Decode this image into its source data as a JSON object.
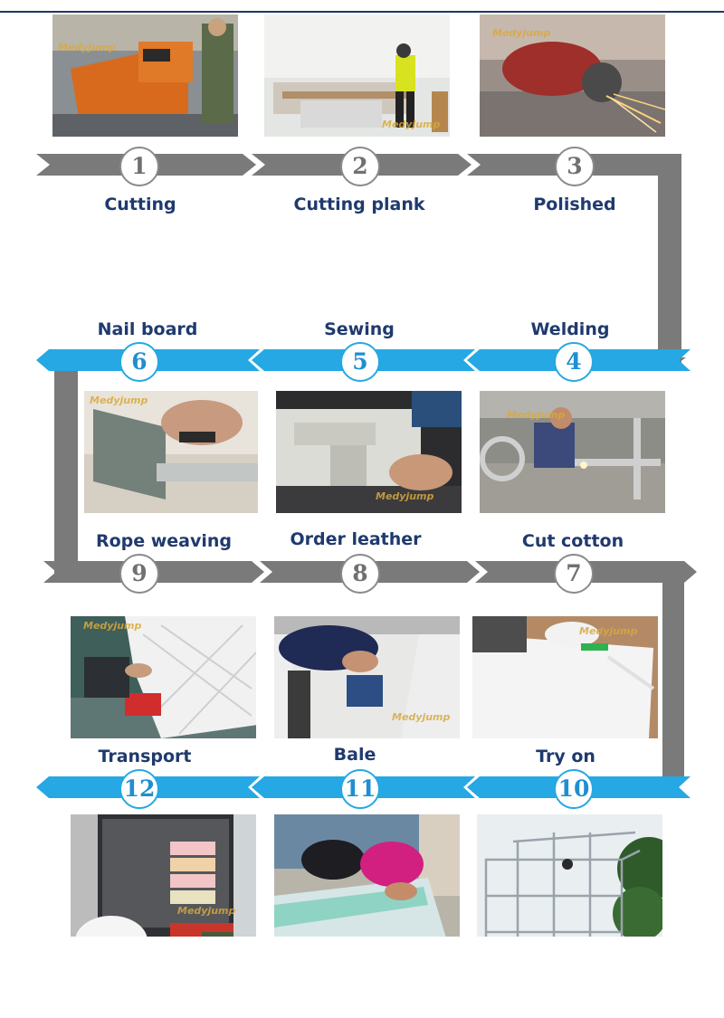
{
  "colors": {
    "grey_arrow": "#7a7a7a",
    "blue_arrow": "#25a8e3",
    "label": "#1f3a6e",
    "rule": "#1f3864",
    "watermark": "#d9a93c"
  },
  "watermark_text": "Medyjump",
  "steps": [
    {
      "num": "1",
      "label": "Cutting",
      "photo": "cutting-machine-photo"
    },
    {
      "num": "2",
      "label": "Cutting plank",
      "photo": "panel-saw-photo"
    },
    {
      "num": "3",
      "label": "Polished",
      "photo": "angle-grinder-photo"
    },
    {
      "num": "4",
      "label": "Welding",
      "photo": "welding-frame-photo"
    },
    {
      "num": "5",
      "label": "Sewing",
      "photo": "sewing-machine-photo"
    },
    {
      "num": "6",
      "label": "Nail board",
      "photo": "nail-gun-photo"
    },
    {
      "num": "7",
      "label": "Cut cotton",
      "photo": "foam-cutting-photo"
    },
    {
      "num": "8",
      "label": "Order leather",
      "photo": "drilling-leather-photo"
    },
    {
      "num": "9",
      "label": "Rope weaving",
      "photo": "rope-net-photo"
    },
    {
      "num": "10",
      "label": "Try on",
      "photo": "steel-frame-assembly-photo"
    },
    {
      "num": "11",
      "label": "Bale",
      "photo": "wrapping-bale-photo"
    },
    {
      "num": "12",
      "label": "Transport",
      "photo": "container-loading-photo"
    }
  ]
}
